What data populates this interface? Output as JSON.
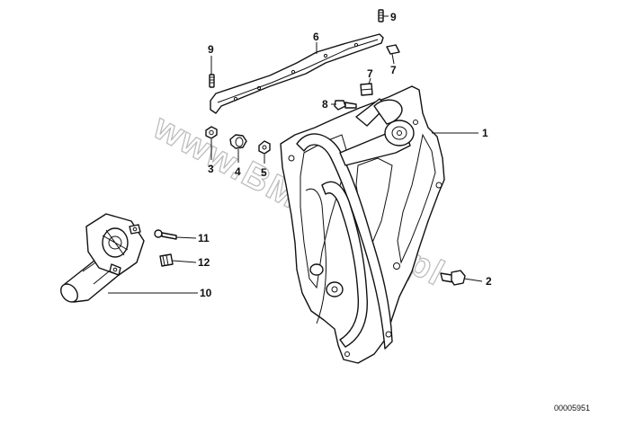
{
  "diagram": {
    "watermark": "www.BMWfans.pl",
    "diagram_code": "00005951",
    "callouts": [
      "1",
      "2",
      "3",
      "4",
      "5",
      "6",
      "7",
      "7",
      "8",
      "9",
      "9",
      "10",
      "11",
      "12"
    ]
  }
}
